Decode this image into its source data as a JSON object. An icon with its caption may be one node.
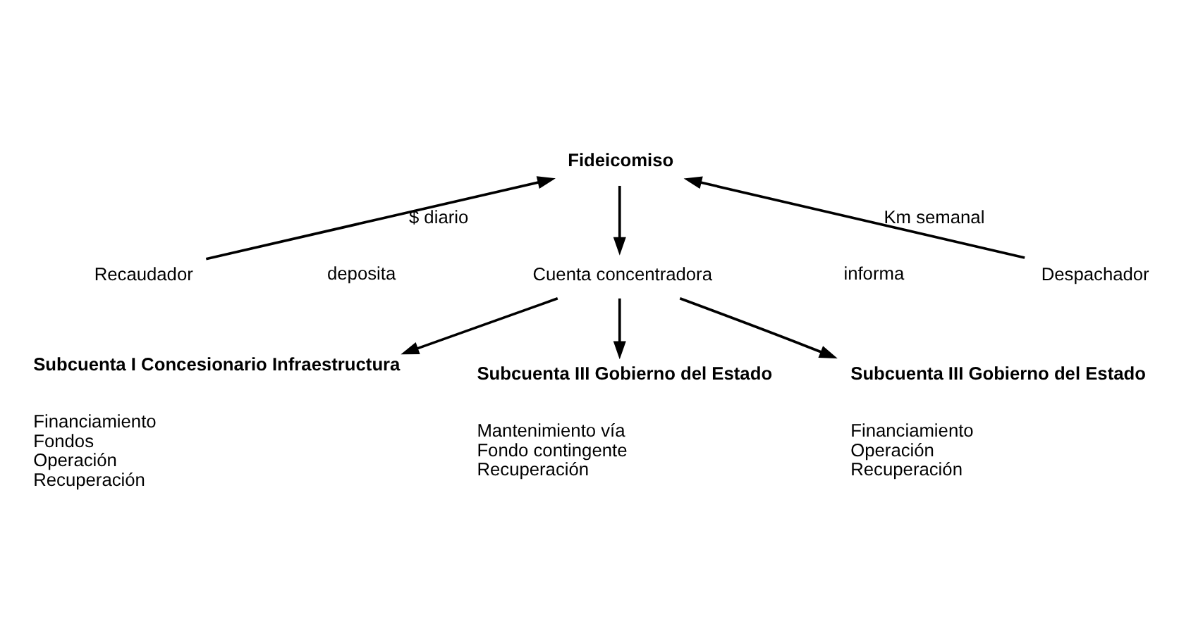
{
  "diagram": {
    "nodes": [
      {
        "text": [
          "Fideicomiso"
        ]
      },
      {
        "text": [
          "Recaudador"
        ]
      },
      {
        "text": [
          "Despachador"
        ]
      },
      {
        "text": [
          "Cuenta concentradora"
        ]
      },
      {
        "text": [
          "Subcuenta I Concesionario Infraestructura"
        ],
        "beside": [
          "Financiamiento",
          "Fondos",
          "Operación",
          "Recuperación"
        ]
      },
      {
        "text": [
          "Subcuenta III Gobierno del Estado"
        ],
        "beside": [
          "Mantenimiento vía",
          "Fondo contingente",
          "Recuperación"
        ]
      },
      {
        "text": [
          "Subcuenta III Gobierno del Estado"
        ],
        "beside": [
          "Financiamiento",
          "Operación",
          "Recuperación"
        ]
      }
    ],
    "edges": [
      {
        "from": 1,
        "to": 0,
        "arrow": "to",
        "label": "$ diario"
      },
      {
        "from": 2,
        "to": 0,
        "arrow": "to",
        "label": "Km semanal"
      },
      {
        "from": 0,
        "to": 3,
        "arrow": "to"
      },
      {
        "from": 3,
        "to": 4,
        "arrow": "to"
      },
      {
        "from": 3,
        "to": 5,
        "arrow": "to"
      },
      {
        "from": 3,
        "to": 6,
        "arrow": "to"
      }
    ],
    "labels": [
      "deposita",
      "informa"
    ]
  }
}
